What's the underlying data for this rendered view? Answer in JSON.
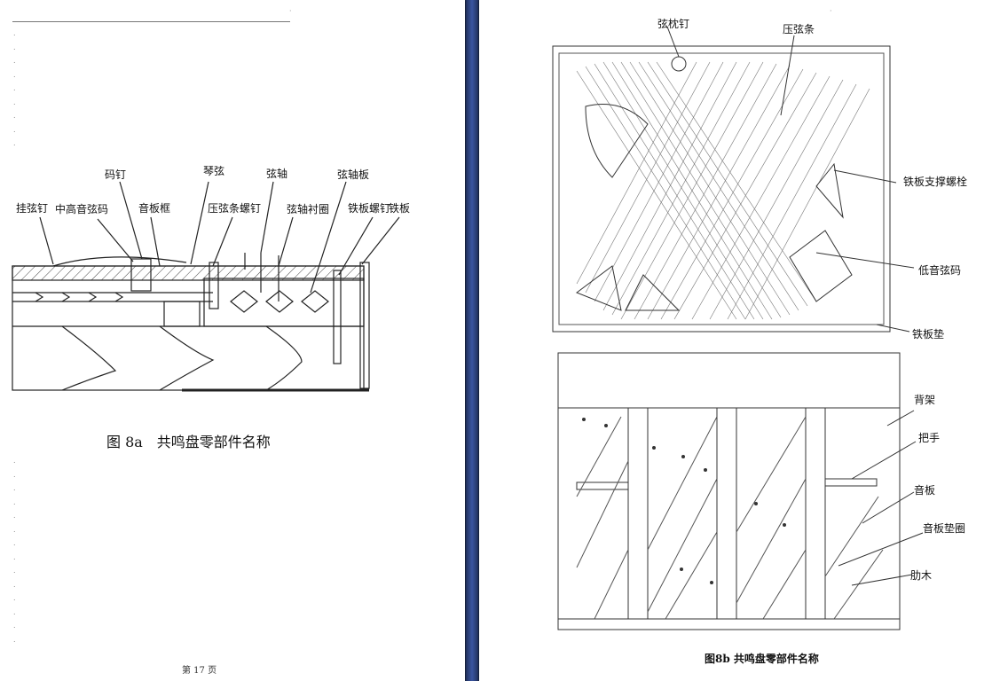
{
  "left_page": {
    "labels": {
      "guaxian_ding": "挂弦钉",
      "zhonggaoyin_xianma": "中高音弦码",
      "ma_ding": "码钉",
      "yinban_kuang": "音板框",
      "qin_xian": "琴弦",
      "yaxiantiao_luoding": "压弦条螺钉",
      "xian_zhou": "弦轴",
      "xianzhou_chenquan": "弦轴衬圈",
      "xianzhou_ban": "弦轴板",
      "tieban_luoding": "铁板螺钉",
      "tie_ban": "铁板"
    },
    "caption": "图 8a　共鸣盘零部件名称",
    "footer": "第 17 页"
  },
  "right_page": {
    "labels": {
      "xianzhen_ding": "弦枕钉",
      "ya_xian_tiao": "压弦条",
      "tieban_zhicheng_luoshuan": "铁板支撑螺栓",
      "diyin_xianma": "低音弦码",
      "tieban_dian": "铁板垫",
      "bei_jia": "背架",
      "ba_shou": "把手",
      "yin_ban": "音板",
      "yinban_dianquan": "音板垫圈",
      "lei_mu": "肋木"
    },
    "caption": "图8b  共鸣盘零部件名称"
  }
}
